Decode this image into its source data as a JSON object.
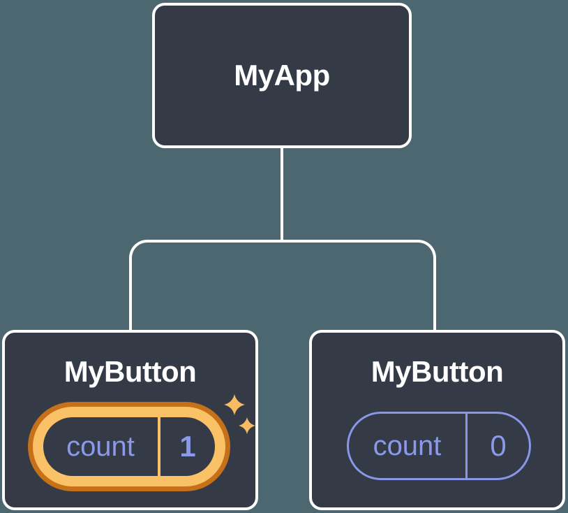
{
  "page": {
    "background_color": "#4D6770",
    "description_colors": {
      "node_fill": "#343A46",
      "node_border": "#FFFFFF",
      "heading_text": "#FFFFFF",
      "state_stroke": "#8A96E8",
      "state_text": "#8B99EA",
      "highlight_ring_outer": "#C7701A",
      "highlight_ring_inner": "#FBC167",
      "sparkle": "#F7BC63"
    }
  },
  "icons": {
    "sparkles": "four-point-sparkles-icon"
  },
  "tree": {
    "root": {
      "label": "MyApp"
    },
    "children": [
      {
        "label": "MyButton",
        "highlighted": true,
        "state": {
          "key": "count",
          "value": "1"
        }
      },
      {
        "label": "MyButton",
        "highlighted": false,
        "state": {
          "key": "count",
          "value": "0"
        }
      }
    ]
  }
}
